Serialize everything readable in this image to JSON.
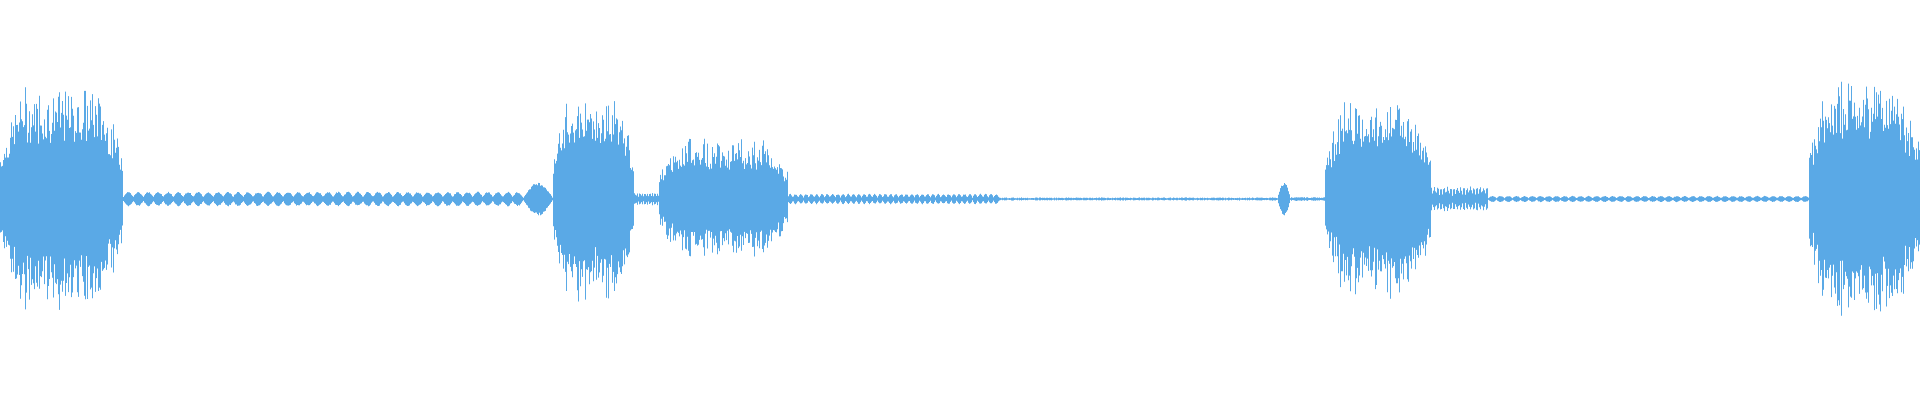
{
  "waveform": {
    "color": "#5aa9e6",
    "background": "#ffffff",
    "duration_fraction_visible": 1.0,
    "segments": [
      {
        "start": 0.0,
        "end": 0.064,
        "level": 0.55,
        "kind": "voice"
      },
      {
        "start": 0.064,
        "end": 0.272,
        "level": 0.035,
        "kind": "pulses"
      },
      {
        "start": 0.272,
        "end": 0.288,
        "level": 0.08,
        "kind": "ramp"
      },
      {
        "start": 0.288,
        "end": 0.33,
        "level": 0.5,
        "kind": "voice"
      },
      {
        "start": 0.33,
        "end": 0.343,
        "level": 0.03,
        "kind": "pulses"
      },
      {
        "start": 0.343,
        "end": 0.41,
        "level": 0.3,
        "kind": "voice"
      },
      {
        "start": 0.41,
        "end": 0.52,
        "level": 0.025,
        "kind": "pulses"
      },
      {
        "start": 0.52,
        "end": 0.665,
        "level": 0.008,
        "kind": "quiet"
      },
      {
        "start": 0.665,
        "end": 0.672,
        "level": 0.08,
        "kind": "ramp"
      },
      {
        "start": 0.672,
        "end": 0.69,
        "level": 0.01,
        "kind": "quiet"
      },
      {
        "start": 0.69,
        "end": 0.745,
        "level": 0.48,
        "kind": "voice"
      },
      {
        "start": 0.745,
        "end": 0.775,
        "level": 0.06,
        "kind": "pulses"
      },
      {
        "start": 0.775,
        "end": 0.942,
        "level": 0.015,
        "kind": "pulses"
      },
      {
        "start": 0.942,
        "end": 1.0,
        "level": 0.58,
        "kind": "voice"
      }
    ]
  }
}
